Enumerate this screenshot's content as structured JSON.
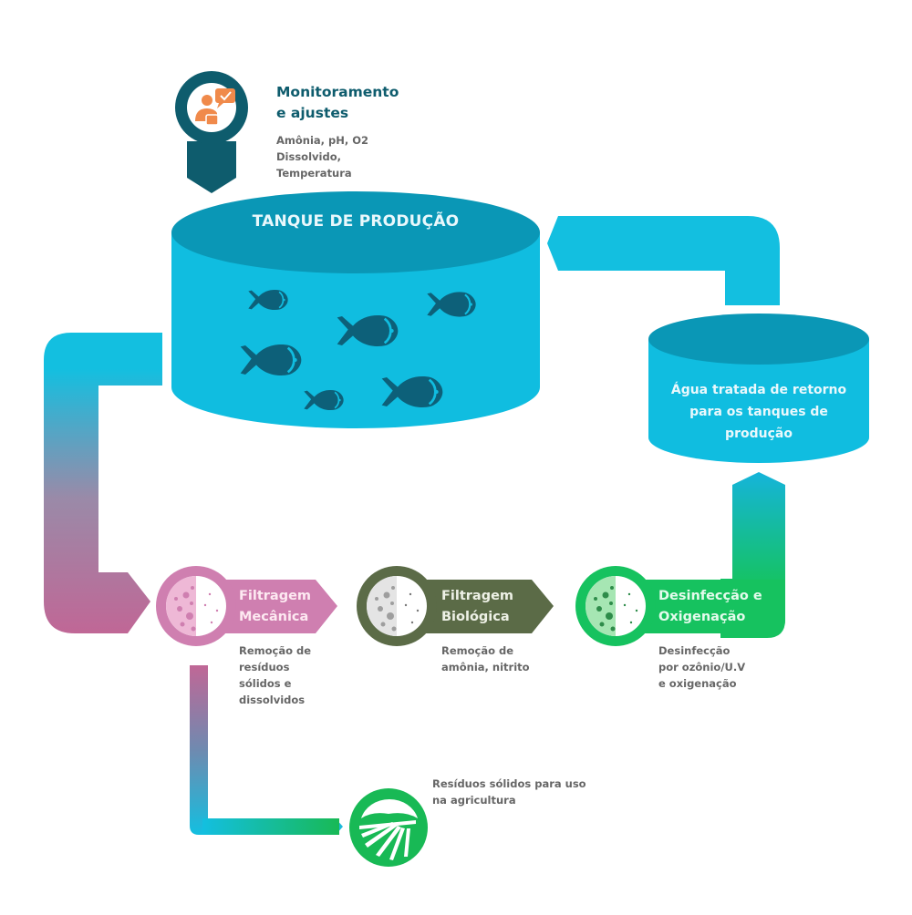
{
  "colors": {
    "tank_top": "#0a97b6",
    "tank_body": "#10bde0",
    "fish": "#0d6079",
    "monitor_pin": "#0e5c6d",
    "monitor_icon": "#f08a4b",
    "mechanical": "#cf7fb0",
    "biological": "#5b6b47",
    "disinfection": "#16c25f",
    "agriculture": "#18b955",
    "text_gray": "#666666"
  },
  "monitoring": {
    "icon": "person-checklist-icon",
    "title_line1": "Monitoramento",
    "title_line2": "e ajustes",
    "desc_line1": "Amônia, pH, O2",
    "desc_line2": "Dissolvido,",
    "desc_line3": "Temperatura"
  },
  "production_tank": {
    "title": "TANQUE DE PRODUÇÃO",
    "fish_count": 6,
    "icon": "fish-icon"
  },
  "return_tank": {
    "line1": "Água tratada de retorno",
    "line2": "para os tanques de",
    "line3": "produção"
  },
  "stages": [
    {
      "id": "mechanical",
      "icon": "filter-particles-icon",
      "title_line1": "Filtragem",
      "title_line2": "Mecânica",
      "desc": [
        "Remoção de",
        "resíduos",
        "sólidos e",
        "dissolvidos"
      ]
    },
    {
      "id": "biological",
      "icon": "filter-particles-icon",
      "title_line1": "Filtragem",
      "title_line2": "Biológica",
      "desc": [
        "Remoção de",
        "amônia, nitrito"
      ]
    },
    {
      "id": "disinfection",
      "icon": "filter-particles-icon",
      "title_line1": "Desinfecção e",
      "title_line2": "Oxigenação",
      "desc": [
        "Desinfecção",
        "por ozônio/U.V",
        "e oxigenação"
      ]
    }
  ],
  "agriculture": {
    "icon": "farm-field-icon",
    "desc_line1": "Resíduos sólidos para uso",
    "desc_line2": "na agricultura"
  }
}
